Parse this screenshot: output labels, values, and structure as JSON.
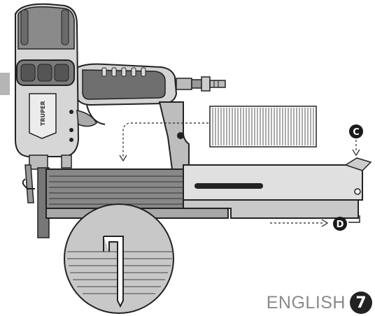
{
  "illustration": {
    "subject": "pneumatic-nailer-loading",
    "brand_label": "TRUPER",
    "callouts": [
      "C",
      "D"
    ]
  },
  "footer": {
    "language": "ENGLISH",
    "page_number": "7"
  },
  "colors": {
    "body_dark": "#6f6f6f",
    "body_mid": "#a9a9a9",
    "body_light": "#d8d8d8",
    "outline": "#222222",
    "callout_bg": "#1a1a1a"
  }
}
